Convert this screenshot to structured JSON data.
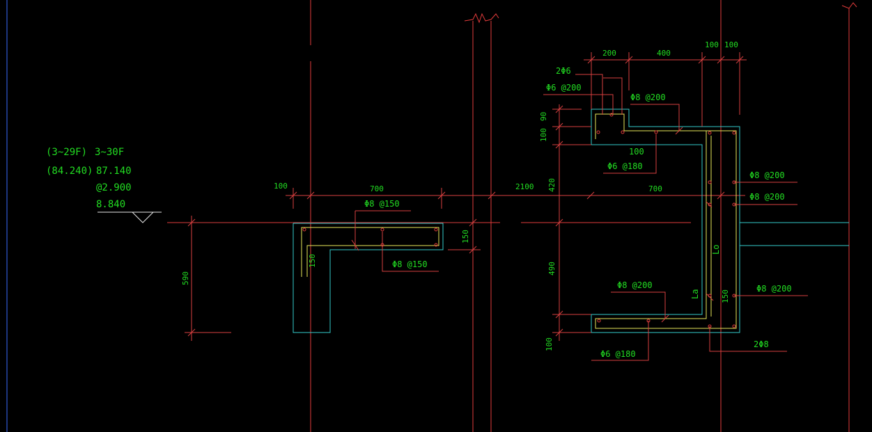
{
  "colors": {
    "background": "#000000",
    "axis_line": "#e23b3b",
    "dimension_line": "#d84040",
    "outline": "#33cccc",
    "rebar": "#e8e85a",
    "text": "#22dd22",
    "frame": "#3a6bff"
  },
  "elevation": {
    "floors": "3~30F",
    "floors_paren": "(3~29F)",
    "level_top": "87.140",
    "level_top_paren": "(84.240)",
    "spacing": "@2.900",
    "level_base": "8.840"
  },
  "left_section": {
    "dim_100": "100",
    "dim_700": "700",
    "dim_590": "590",
    "dim_150_v": "150",
    "dim_150_r": "150",
    "rebar_top": "Φ8 @150",
    "rebar_bottom": "Φ8 @150"
  },
  "right_section": {
    "dim_2100": "2100",
    "dim_700": "700",
    "dim_200": "200",
    "dim_400": "400",
    "dim_100_a": "100",
    "dim_100_b": "100",
    "dim_90": "90",
    "dim_100_l": "100",
    "dim_420": "420",
    "dim_490": "490",
    "dim_100_bot": "100",
    "dim_100_mid": "100",
    "dim_150": "150",
    "bar_2phi6": "2Φ6",
    "rebar_phi6_200": "Φ6 @200",
    "rebar_phi8_200_top": "Φ8 @200",
    "rebar_phi6_180_top": "Φ6 @180",
    "rebar_phi8_200_r1": "Φ8 @200",
    "rebar_phi8_200_r2": "Φ8 @200",
    "rebar_phi8_200_bot": "Φ8 @200",
    "rebar_phi8_200_r3": "Φ8 @200",
    "rebar_phi6_180_bot": "Φ6 @180",
    "bar_2phi8": "2Φ8",
    "lo": "Lo",
    "la": "La"
  }
}
